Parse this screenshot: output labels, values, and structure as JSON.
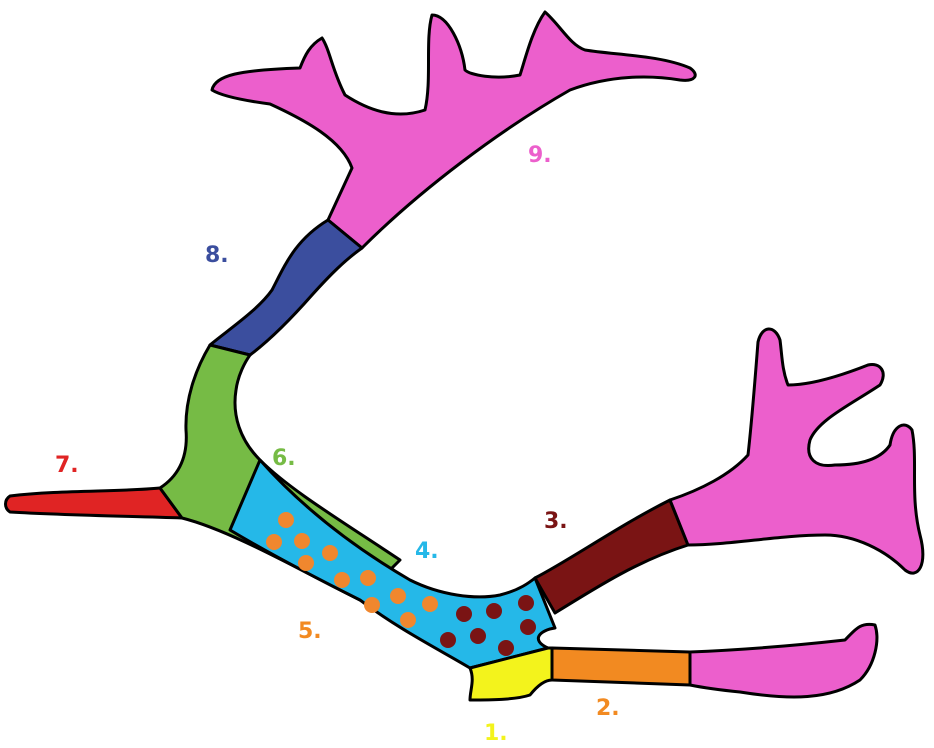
{
  "colors": {
    "c1": "#f3f31c",
    "c2": "#f28a21",
    "c3": "#7a1414",
    "c4": "#25b8e8",
    "c5": "#7fbf3f",
    "c6": "#76bb45",
    "c7": "#e02424",
    "c8": "#3b4e9e",
    "c9": "#ec5fcc",
    "orange_dot": "#f0872e",
    "maroon_dot": "#7a1414"
  },
  "labels": {
    "l1": "1.",
    "l2": "2.",
    "l3": "3.",
    "l4": "4.",
    "l5": "5.",
    "l6": "6.",
    "l7": "7.",
    "l8": "8.",
    "l9": "9."
  }
}
